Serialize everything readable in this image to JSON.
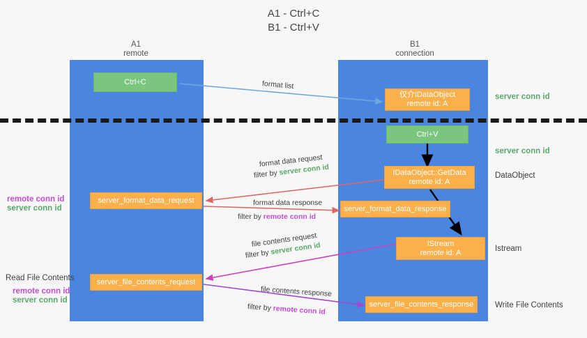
{
  "title": {
    "line1": "A1 - Ctrl+C",
    "line2": "B1 - Ctrl+V"
  },
  "lanes": [
    {
      "id": "a1",
      "name": "A1",
      "sub": "remote"
    },
    {
      "id": "b1",
      "name": "B1",
      "sub": "connection"
    }
  ],
  "nodes": {
    "ctrl_c": {
      "label": "Ctrl+C"
    },
    "idataobject_top": {
      "line1": "仅介IDataObject",
      "line2": "remote id: A"
    },
    "ctrl_v": {
      "label": "Ctrl+V"
    },
    "getdata": {
      "line1": "IDataObject::GetData",
      "line2": "remote id: A"
    },
    "istream": {
      "line1": "IStream",
      "line2": "remote id: A"
    },
    "server_format_data_request": {
      "label": "server_format_data_request"
    },
    "server_format_data_response": {
      "label": "server_format_data_response"
    },
    "server_file_contents_request": {
      "label": "server_file_contents_request"
    },
    "server_file_contents_response": {
      "label": "server_file_contents_response"
    }
  },
  "right_labels": {
    "server_conn_id_1": "server conn id",
    "server_conn_id_2": "server conn id",
    "dataobject": "DataObject",
    "istream": "Istream",
    "write_file_contents": "Write File Contents"
  },
  "left_labels": {
    "remote_conn_id_1": "remote conn id",
    "server_conn_id_1": "server conn id",
    "read_file_contents": "Read File Contents",
    "remote_conn_id_2": "remote conn id",
    "server_conn_id_2": "server conn id"
  },
  "edge_labels": {
    "format_list": "format list",
    "format_data_request": "format data request",
    "format_data_request_filter_prefix": "filter by ",
    "format_data_request_filter_value": "server conn id",
    "format_data_response": "format data response",
    "format_data_response_filter_prefix": "filter by ",
    "format_data_response_filter_value": "remote conn id",
    "file_contents_request": "file contents request",
    "file_contents_request_filter_prefix": "filter by ",
    "file_contents_request_filter_value": "server conn id",
    "file_contents_response": "file contents response",
    "file_contents_response_filter_prefix": "filter by ",
    "file_contents_response_filter_value": "remote conn id"
  },
  "colors": {
    "lane": "#4a86e0",
    "orange": "#fbb04c",
    "green_box": "#7bc67e",
    "green_text": "#5aa86a",
    "purple_text": "#c04fd0",
    "blue_arrow": "#6fa8dc",
    "red_arrow": "#e06666",
    "pink_arrow": "#d13fb8",
    "magenta_arrow": "#a347d1",
    "black_arrow": "#000000",
    "background": "#f7f7f7"
  }
}
